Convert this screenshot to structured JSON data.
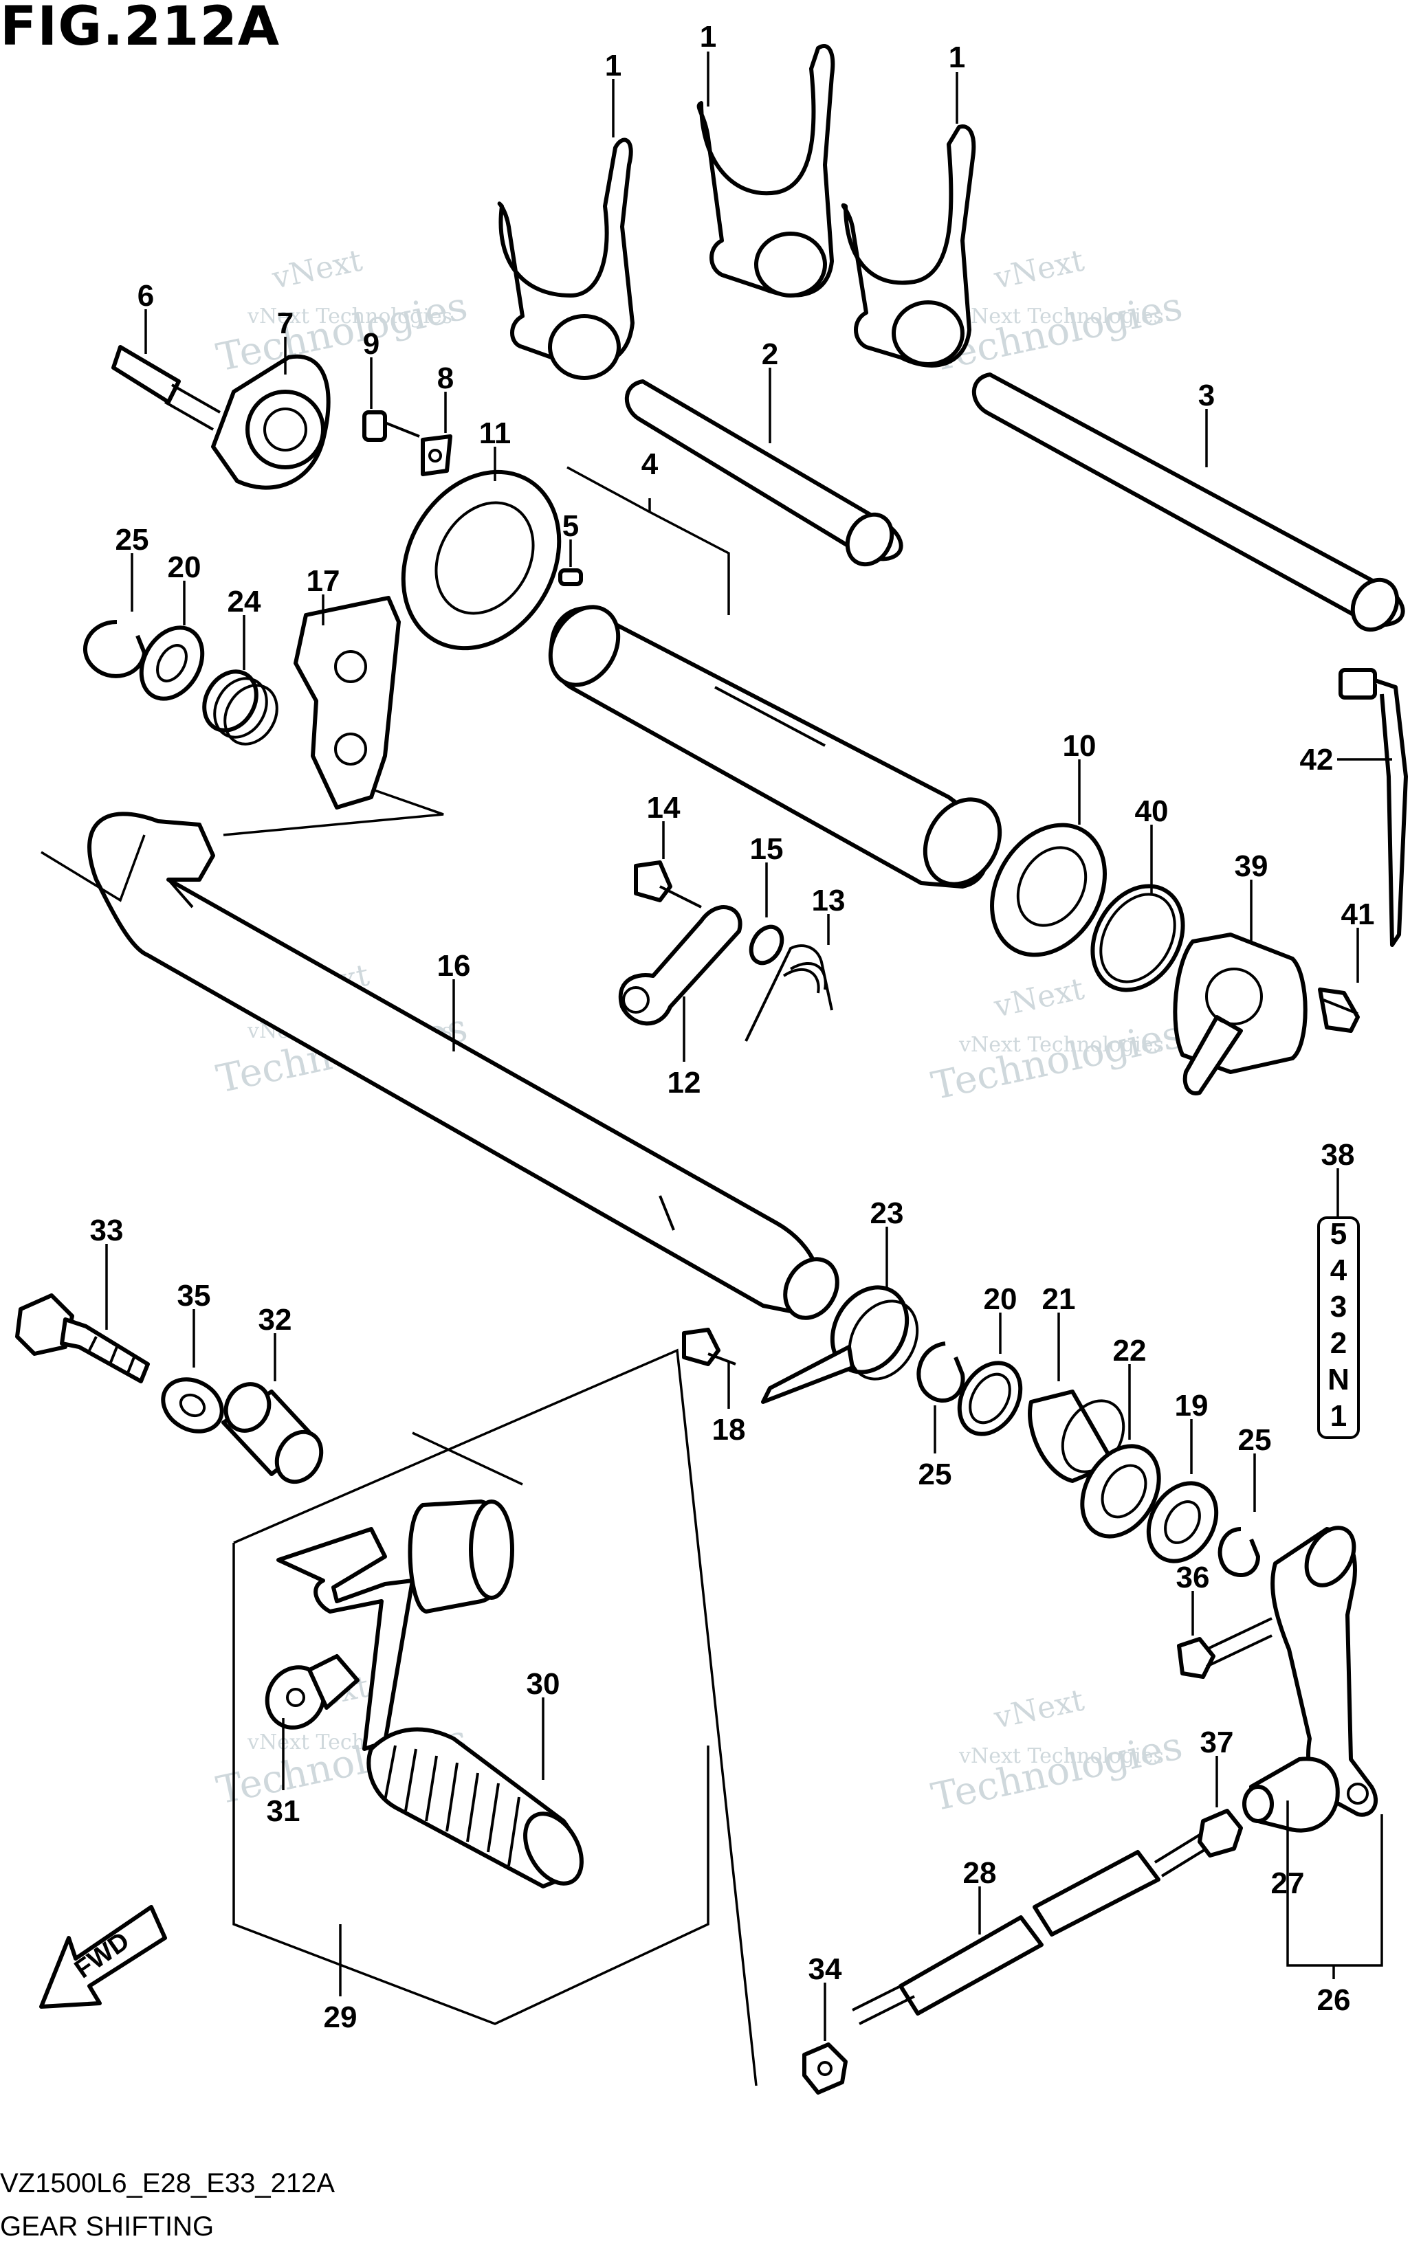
{
  "header": {
    "title": "FIG.212A"
  },
  "footer": {
    "code": "VZ1500L6_E28_E33_212A",
    "name": "GEAR SHIFTING"
  },
  "watermark": {
    "line1": "vNext Technologies",
    "line2": "vNext",
    "line3": "Technologies"
  },
  "callouts": {
    "p1a": "1",
    "p1b": "1",
    "p1c": "1",
    "p2": "2",
    "p3": "3",
    "p4": "4",
    "p5": "5",
    "p6": "6",
    "p7": "7",
    "p8": "8",
    "p9": "9",
    "p10": "10",
    "p11": "11",
    "p12": "12",
    "p13": "13",
    "p14": "14",
    "p15": "15",
    "p16": "16",
    "p17": "17",
    "p18": "18",
    "p19": "19",
    "p20a": "20",
    "p20b": "20",
    "p21": "21",
    "p22": "22",
    "p23": "23",
    "p24": "24",
    "p25a": "25",
    "p25b": "25",
    "p25c": "25",
    "p26": "26",
    "p27": "27",
    "p28": "28",
    "p29": "29",
    "p30": "30",
    "p31": "31",
    "p32": "32",
    "p33": "33",
    "p34": "34",
    "p35": "35",
    "p36": "36",
    "p37": "37",
    "p38": "38",
    "p39": "39",
    "p40": "40",
    "p41": "41",
    "p42": "42"
  },
  "gear_indicator": [
    "5",
    "4",
    "3",
    "2",
    "N",
    "1"
  ],
  "fwd_label": "FWD"
}
